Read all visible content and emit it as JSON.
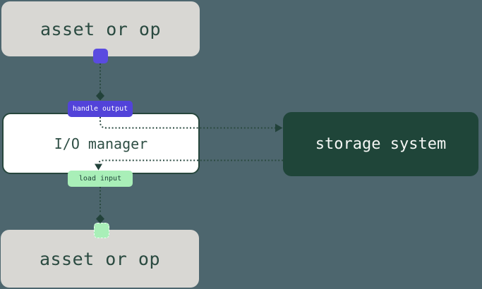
{
  "diagram": {
    "title_hint": "I/O manager data flow diagram",
    "background_color": "#4d666e",
    "nodes": {
      "asset_top": {
        "label": "asset or op",
        "bg": "#d8d7d3",
        "text_color": "#2a4a40"
      },
      "io_manager": {
        "label": "I/O manager",
        "bg": "#ffffff",
        "border_color": "#27473d",
        "text_color": "#2f4f45"
      },
      "storage": {
        "label": "storage system",
        "bg": "#1f4539",
        "text_color": "#f5f7f5"
      },
      "asset_bottom": {
        "label": "asset or op",
        "bg": "#d8d7d3",
        "text_color": "#2a4a40"
      }
    },
    "edges": {
      "handle_output": {
        "label": "handle output",
        "bg": "#5243d9",
        "text_color": "#ffffff"
      },
      "load_input": {
        "label": "load input",
        "bg": "#a9efb8",
        "text_color": "#1f4539"
      }
    },
    "ports": {
      "output_port_color": "#5a4be0",
      "input_port_color": "#a9efb8"
    },
    "wires": {
      "line_color": "#2a4a40",
      "arrow_color": "#22423a",
      "style": "dotted"
    }
  }
}
